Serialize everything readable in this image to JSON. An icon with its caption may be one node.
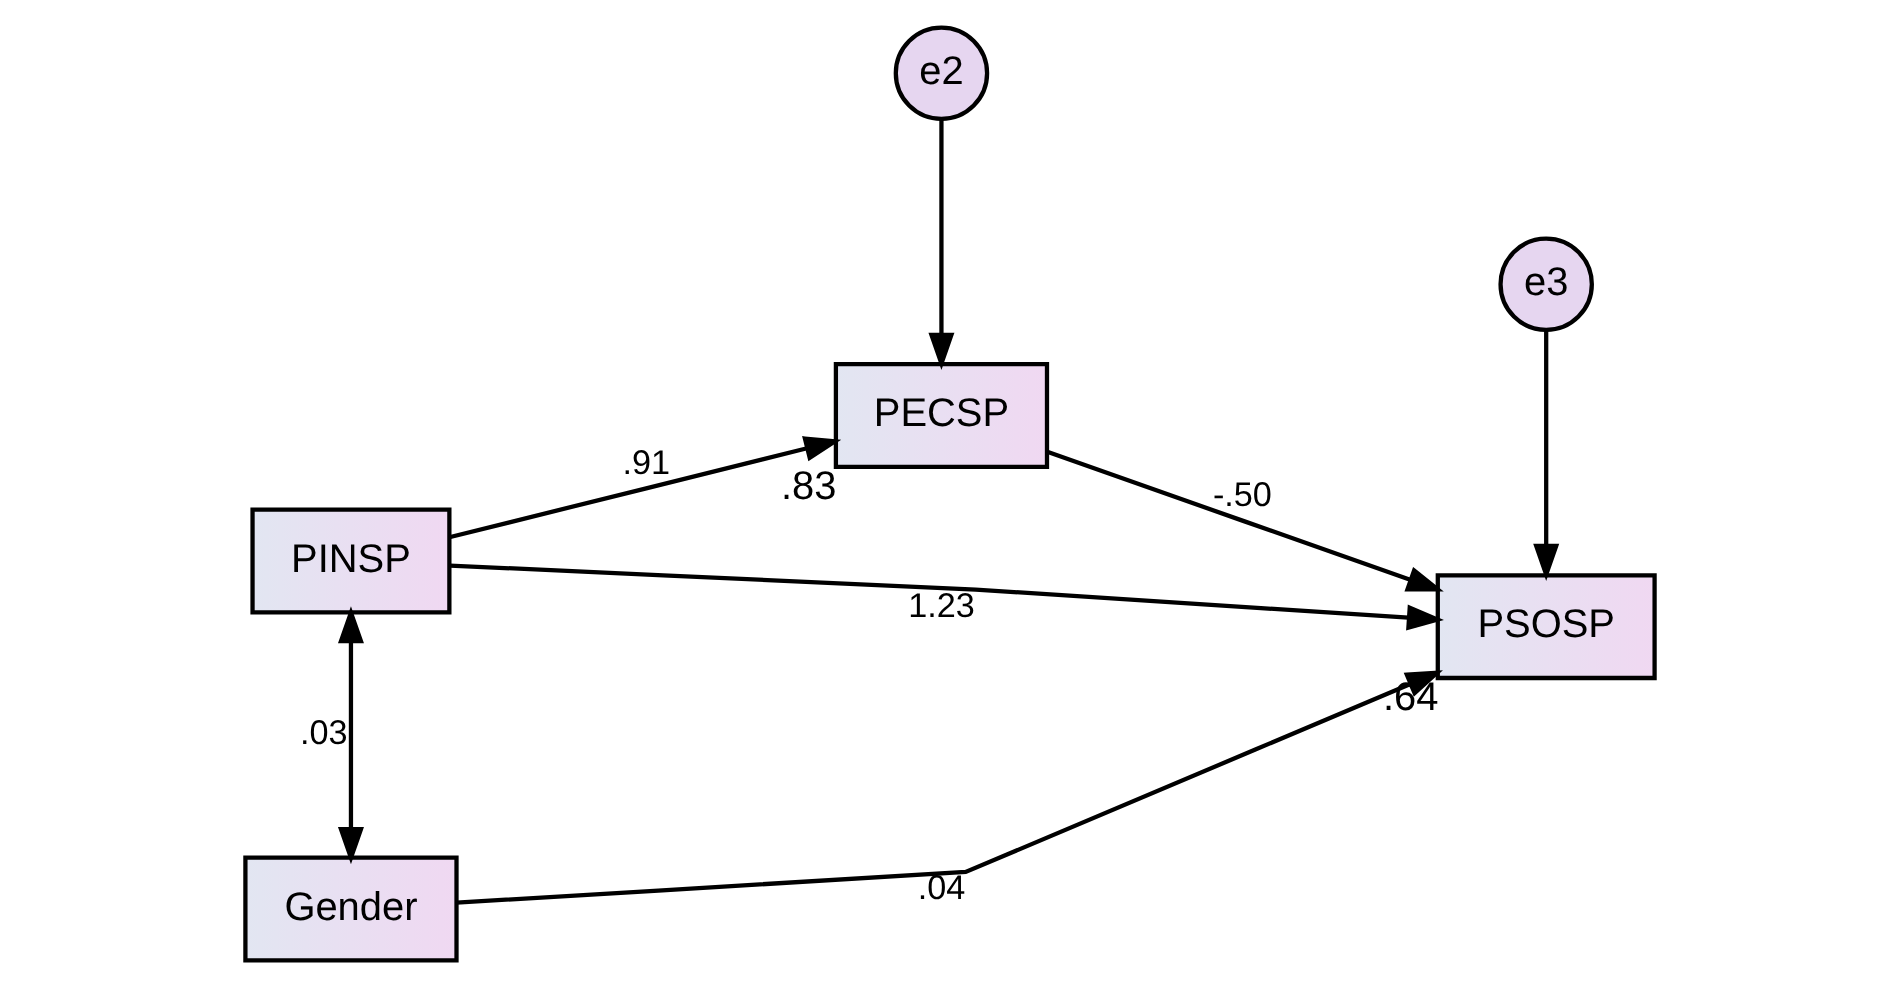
{
  "diagram": {
    "nodes": [
      {
        "text": [
          "e2"
        ]
      },
      {
        "text": [
          "PECSP"
        ],
        "beside": [
          ".83"
        ]
      },
      {
        "text": [
          "e3"
        ]
      },
      {
        "text": [
          "PSOSP"
        ],
        "beside": [
          ".64"
        ]
      },
      {
        "text": [
          "PINSP"
        ]
      },
      {
        "text": [
          "Gender"
        ]
      }
    ],
    "edges": [
      {
        "from": 0,
        "to": 1,
        "arrow": "to"
      },
      {
        "from": 4,
        "to": 1,
        "arrow": "to",
        "label": ".91"
      },
      {
        "from": 1,
        "to": 3,
        "arrow": "to",
        "label": "-.50"
      },
      {
        "from": 2,
        "to": 3,
        "arrow": "to"
      },
      {
        "from": 4,
        "to": 3,
        "arrow": "to",
        "label": "1.23"
      },
      {
        "from": 5,
        "to": 3,
        "arrow": "to",
        "label": ".04"
      },
      {
        "from": 4,
        "to": 5,
        "arrow": "both",
        "label": ".03"
      }
    ]
  }
}
